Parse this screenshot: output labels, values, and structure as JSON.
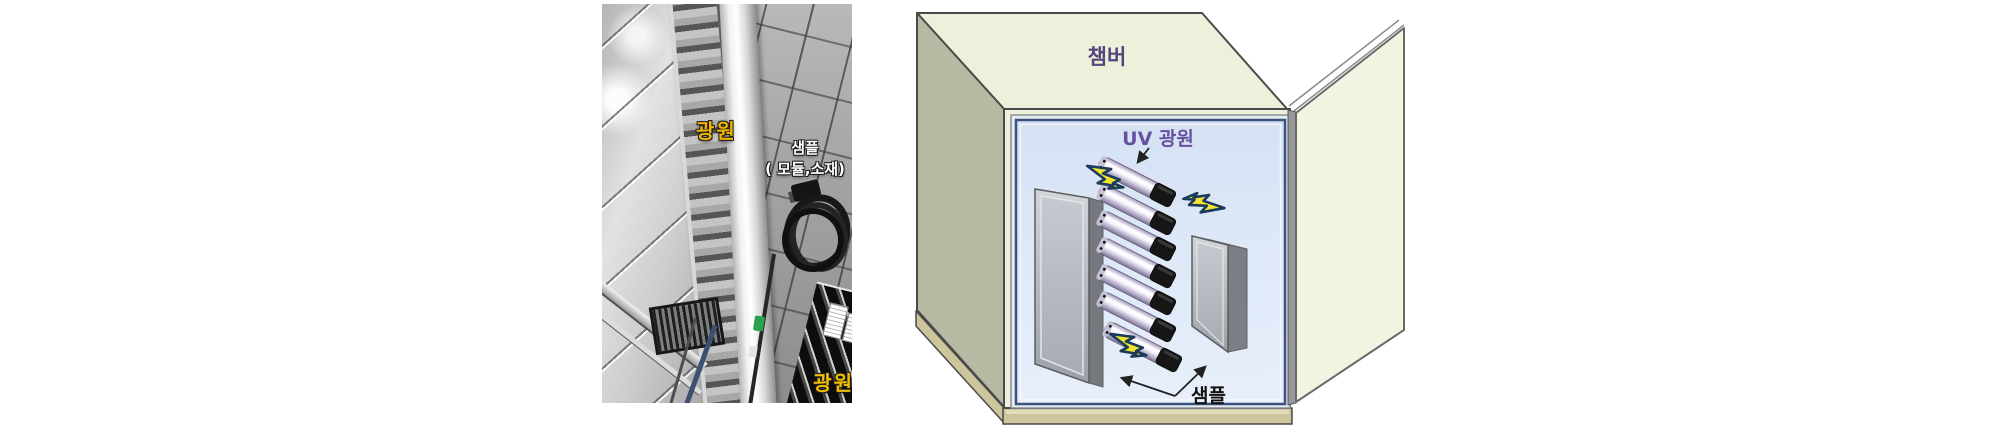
{
  "photo": {
    "labels": {
      "light_source_top": "광원",
      "sample_line1": "샘플",
      "sample_line2": "( 모듈,소재)",
      "light_source_bottom": "광원"
    },
    "colors": {
      "label_yellow": "#f0b400",
      "label_white": "#ffffff"
    }
  },
  "diagram": {
    "chamber_label": "챔버",
    "uv_label": "UV 광원",
    "sample_label": "샘플",
    "colors": {
      "top_face": "#edf0da",
      "left_face": "#b6baa2",
      "front_face": "#eef0dc",
      "door_face": "#f2f4e2",
      "base": "#cdc59b",
      "interior_fill": "#d9e6f7",
      "interior_border": "#3a5280",
      "lamp_body": "#e6e1f2",
      "lamp_cap": "#161616",
      "bolt_yellow": "#f0e42e",
      "bolt_outline": "#1b3a5c",
      "chamber_label_color": "#54457c",
      "uv_label_color": "#6750a0",
      "sample_label_color": "#111111"
    }
  }
}
